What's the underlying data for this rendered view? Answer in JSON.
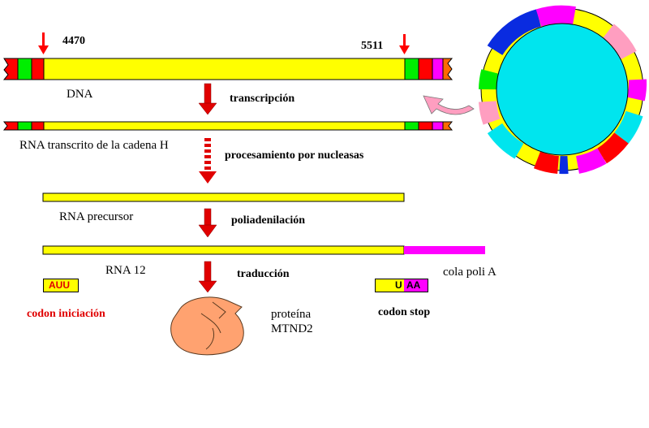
{
  "positions": {
    "start": "4470",
    "end": "5511"
  },
  "labels": {
    "dna": "DNA",
    "rna_h": "RNA transcrito de la cadena H",
    "rna_precursor": "RNA precursor",
    "rna_12": "RNA 12",
    "cola": "cola poli A",
    "protein_line1": "proteína",
    "protein_line2": "MTND2"
  },
  "steps": {
    "transcripcion": "transcripción",
    "procesamiento": "procesamiento por nucleasas",
    "poliadenilacion": "poliadenilación",
    "traduccion": "traducción"
  },
  "codons": {
    "start_seq": "AUU",
    "start_label": "codon iniciación",
    "stop_u": "U",
    "stop_aa": "AA",
    "stop_label": "codon stop"
  },
  "colors": {
    "yellow": "#ffff00",
    "red": "#ff0000",
    "green": "#00ee00",
    "magenta": "#ff00ff",
    "orange": "#ff6a00",
    "cyan": "#00e5ee",
    "arrow_pink": "#ff9ec0",
    "protein": "#ffa270"
  }
}
